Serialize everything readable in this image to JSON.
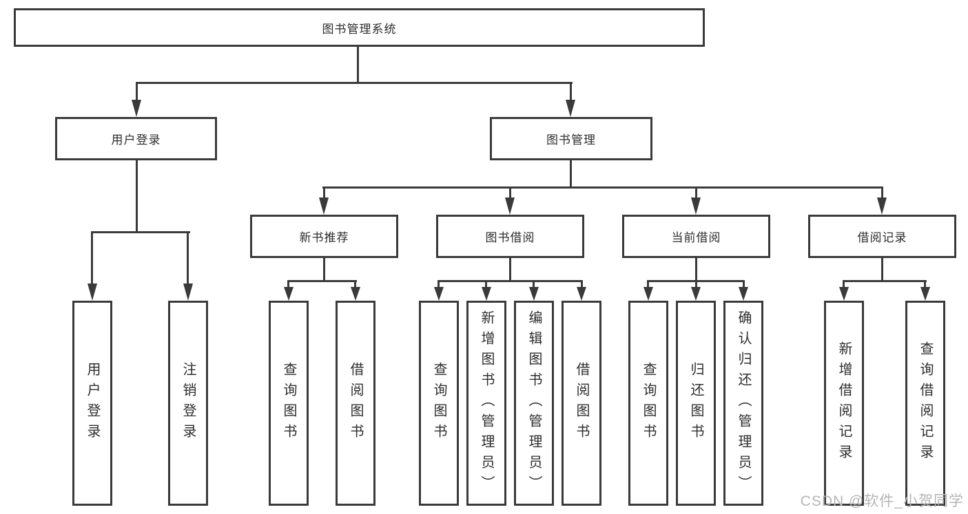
{
  "diagram": {
    "root": {
      "label": "图书管理系统"
    },
    "level2": [
      {
        "id": "user-login",
        "label": "用户登录"
      },
      {
        "id": "book-management",
        "label": "图书管理"
      }
    ],
    "level3": [
      {
        "id": "new-book-recommend",
        "label": "新书推荐",
        "parent": "图书管理"
      },
      {
        "id": "book-borrow",
        "label": "图书借阅",
        "parent": "图书管理"
      },
      {
        "id": "current-borrow",
        "label": "当前借阅",
        "parent": "图书管理"
      },
      {
        "id": "borrow-record",
        "label": "借阅记录",
        "parent": "图书管理"
      }
    ],
    "leaves": [
      {
        "group": "用户登录",
        "label": "用户登录"
      },
      {
        "group": "用户登录",
        "label": "注销登录"
      },
      {
        "group": "新书推荐",
        "label": "查询图书"
      },
      {
        "group": "新书推荐",
        "label": "借阅图书"
      },
      {
        "group": "图书借阅",
        "label": "查询图书"
      },
      {
        "group": "图书借阅",
        "label": "新增图书（管理员）"
      },
      {
        "group": "图书借阅",
        "label": "编辑图书（管理员）"
      },
      {
        "group": "图书借阅",
        "label": "借阅图书"
      },
      {
        "group": "当前借阅",
        "label": "查询图书"
      },
      {
        "group": "当前借阅",
        "label": "归还图书"
      },
      {
        "group": "当前借阅",
        "label": "确认归还（管理员）"
      },
      {
        "group": "借阅记录",
        "label": "新增借阅记录"
      },
      {
        "group": "借阅记录",
        "label": "查询借阅记录"
      }
    ]
  },
  "watermark": {
    "text": "CSDN @软件_小贺同学",
    "color": "#b5b5b5"
  },
  "colors": {
    "line": "#3a3a3a",
    "text": "#2d2d2d",
    "box_background": "#ffffff"
  }
}
